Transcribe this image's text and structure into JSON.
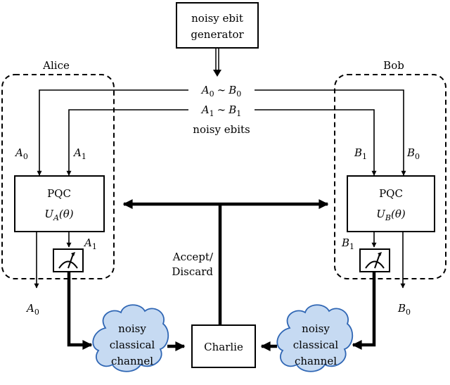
{
  "generator": {
    "line1": "noisy ebit",
    "line2": "generator"
  },
  "alice": {
    "label": "Alice",
    "pqc_label": "PQC",
    "unitary": "U",
    "unitary_sub": "A",
    "unitary_arg": "(θ)"
  },
  "bob": {
    "label": "Bob",
    "pqc_label": "PQC",
    "unitary": "U",
    "unitary_sub": "B",
    "unitary_arg": "(θ)"
  },
  "ebits": {
    "pair0_left": "A",
    "pair0_left_sub": "0",
    "pair0_tilde": "∼",
    "pair0_right": "B",
    "pair0_right_sub": "0",
    "pair1_left": "A",
    "pair1_left_sub": "1",
    "pair1_tilde": "∼",
    "pair1_right": "B",
    "pair1_right_sub": "1",
    "caption": "noisy ebits"
  },
  "wire_labels": {
    "a0": "A",
    "a0_sub": "0",
    "a1": "A",
    "a1_sub": "1",
    "b1": "B",
    "b1_sub": "1",
    "b0": "B",
    "b0_sub": "0",
    "a1_meas": "A",
    "a1_meas_sub": "1",
    "b1_meas": "B",
    "b1_meas_sub": "1",
    "a0_out": "A",
    "a0_out_sub": "0",
    "b0_out": "B",
    "b0_out_sub": "0"
  },
  "charlie": {
    "label": "Charlie",
    "decision_line1": "Accept/",
    "decision_line2": "Discard"
  },
  "channels": {
    "left": {
      "line1": "noisy",
      "line2": "classical",
      "line3": "channel"
    },
    "right": {
      "line1": "noisy",
      "line2": "classical",
      "line3": "channel"
    }
  }
}
